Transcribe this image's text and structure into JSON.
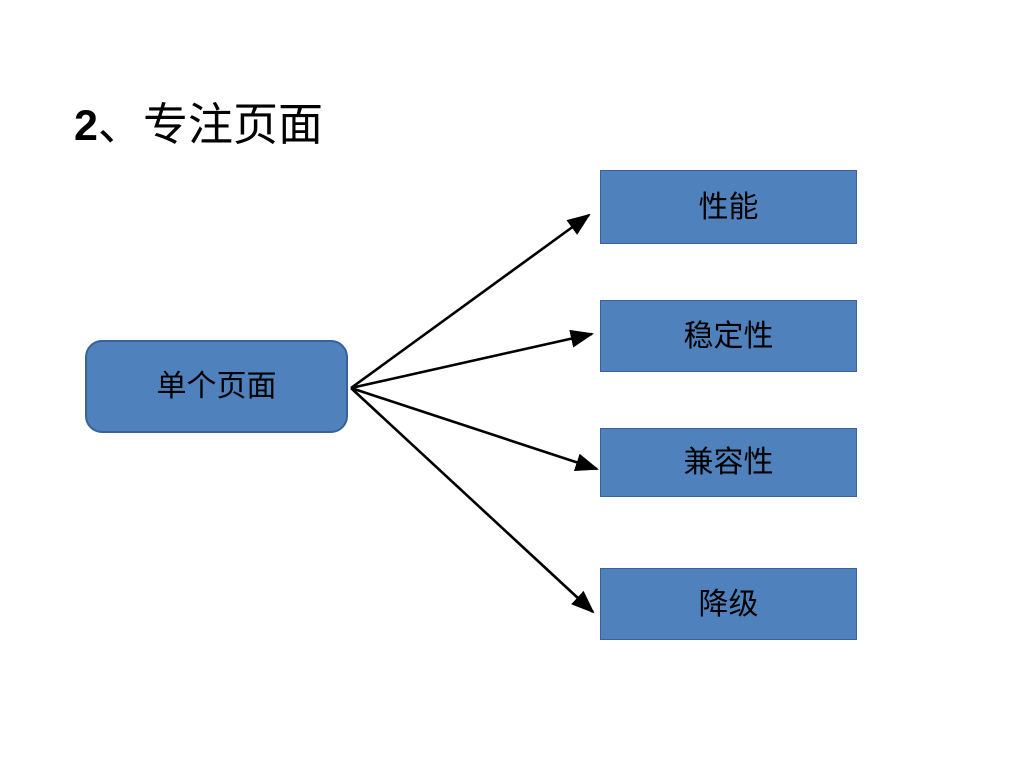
{
  "slide": {
    "title_prefix": "2",
    "title_separator": "、",
    "title_text": "专注页面",
    "title_full": "2、专注页面",
    "background_color": "#FFFFFF"
  },
  "theme": {
    "shape_fill": "#4F81BD",
    "shape_border": "#3A6298",
    "text_color": "#000000",
    "connector_color": "#000000"
  },
  "diagram": {
    "type": "fan-out",
    "source": {
      "label": "单个页面",
      "shape": "rounded-rectangle"
    },
    "targets": [
      {
        "label": "性能",
        "shape": "rectangle"
      },
      {
        "label": "稳定性",
        "shape": "rectangle"
      },
      {
        "label": "兼容性",
        "shape": "rectangle"
      },
      {
        "label": "降级",
        "shape": "rectangle"
      }
    ],
    "connectors": [
      {
        "from": "单个页面",
        "to": "性能",
        "style": "arrow"
      },
      {
        "from": "单个页面",
        "to": "稳定性",
        "style": "arrow"
      },
      {
        "from": "单个页面",
        "to": "兼容性",
        "style": "arrow"
      },
      {
        "from": "单个页面",
        "to": "降级",
        "style": "arrow"
      }
    ]
  }
}
